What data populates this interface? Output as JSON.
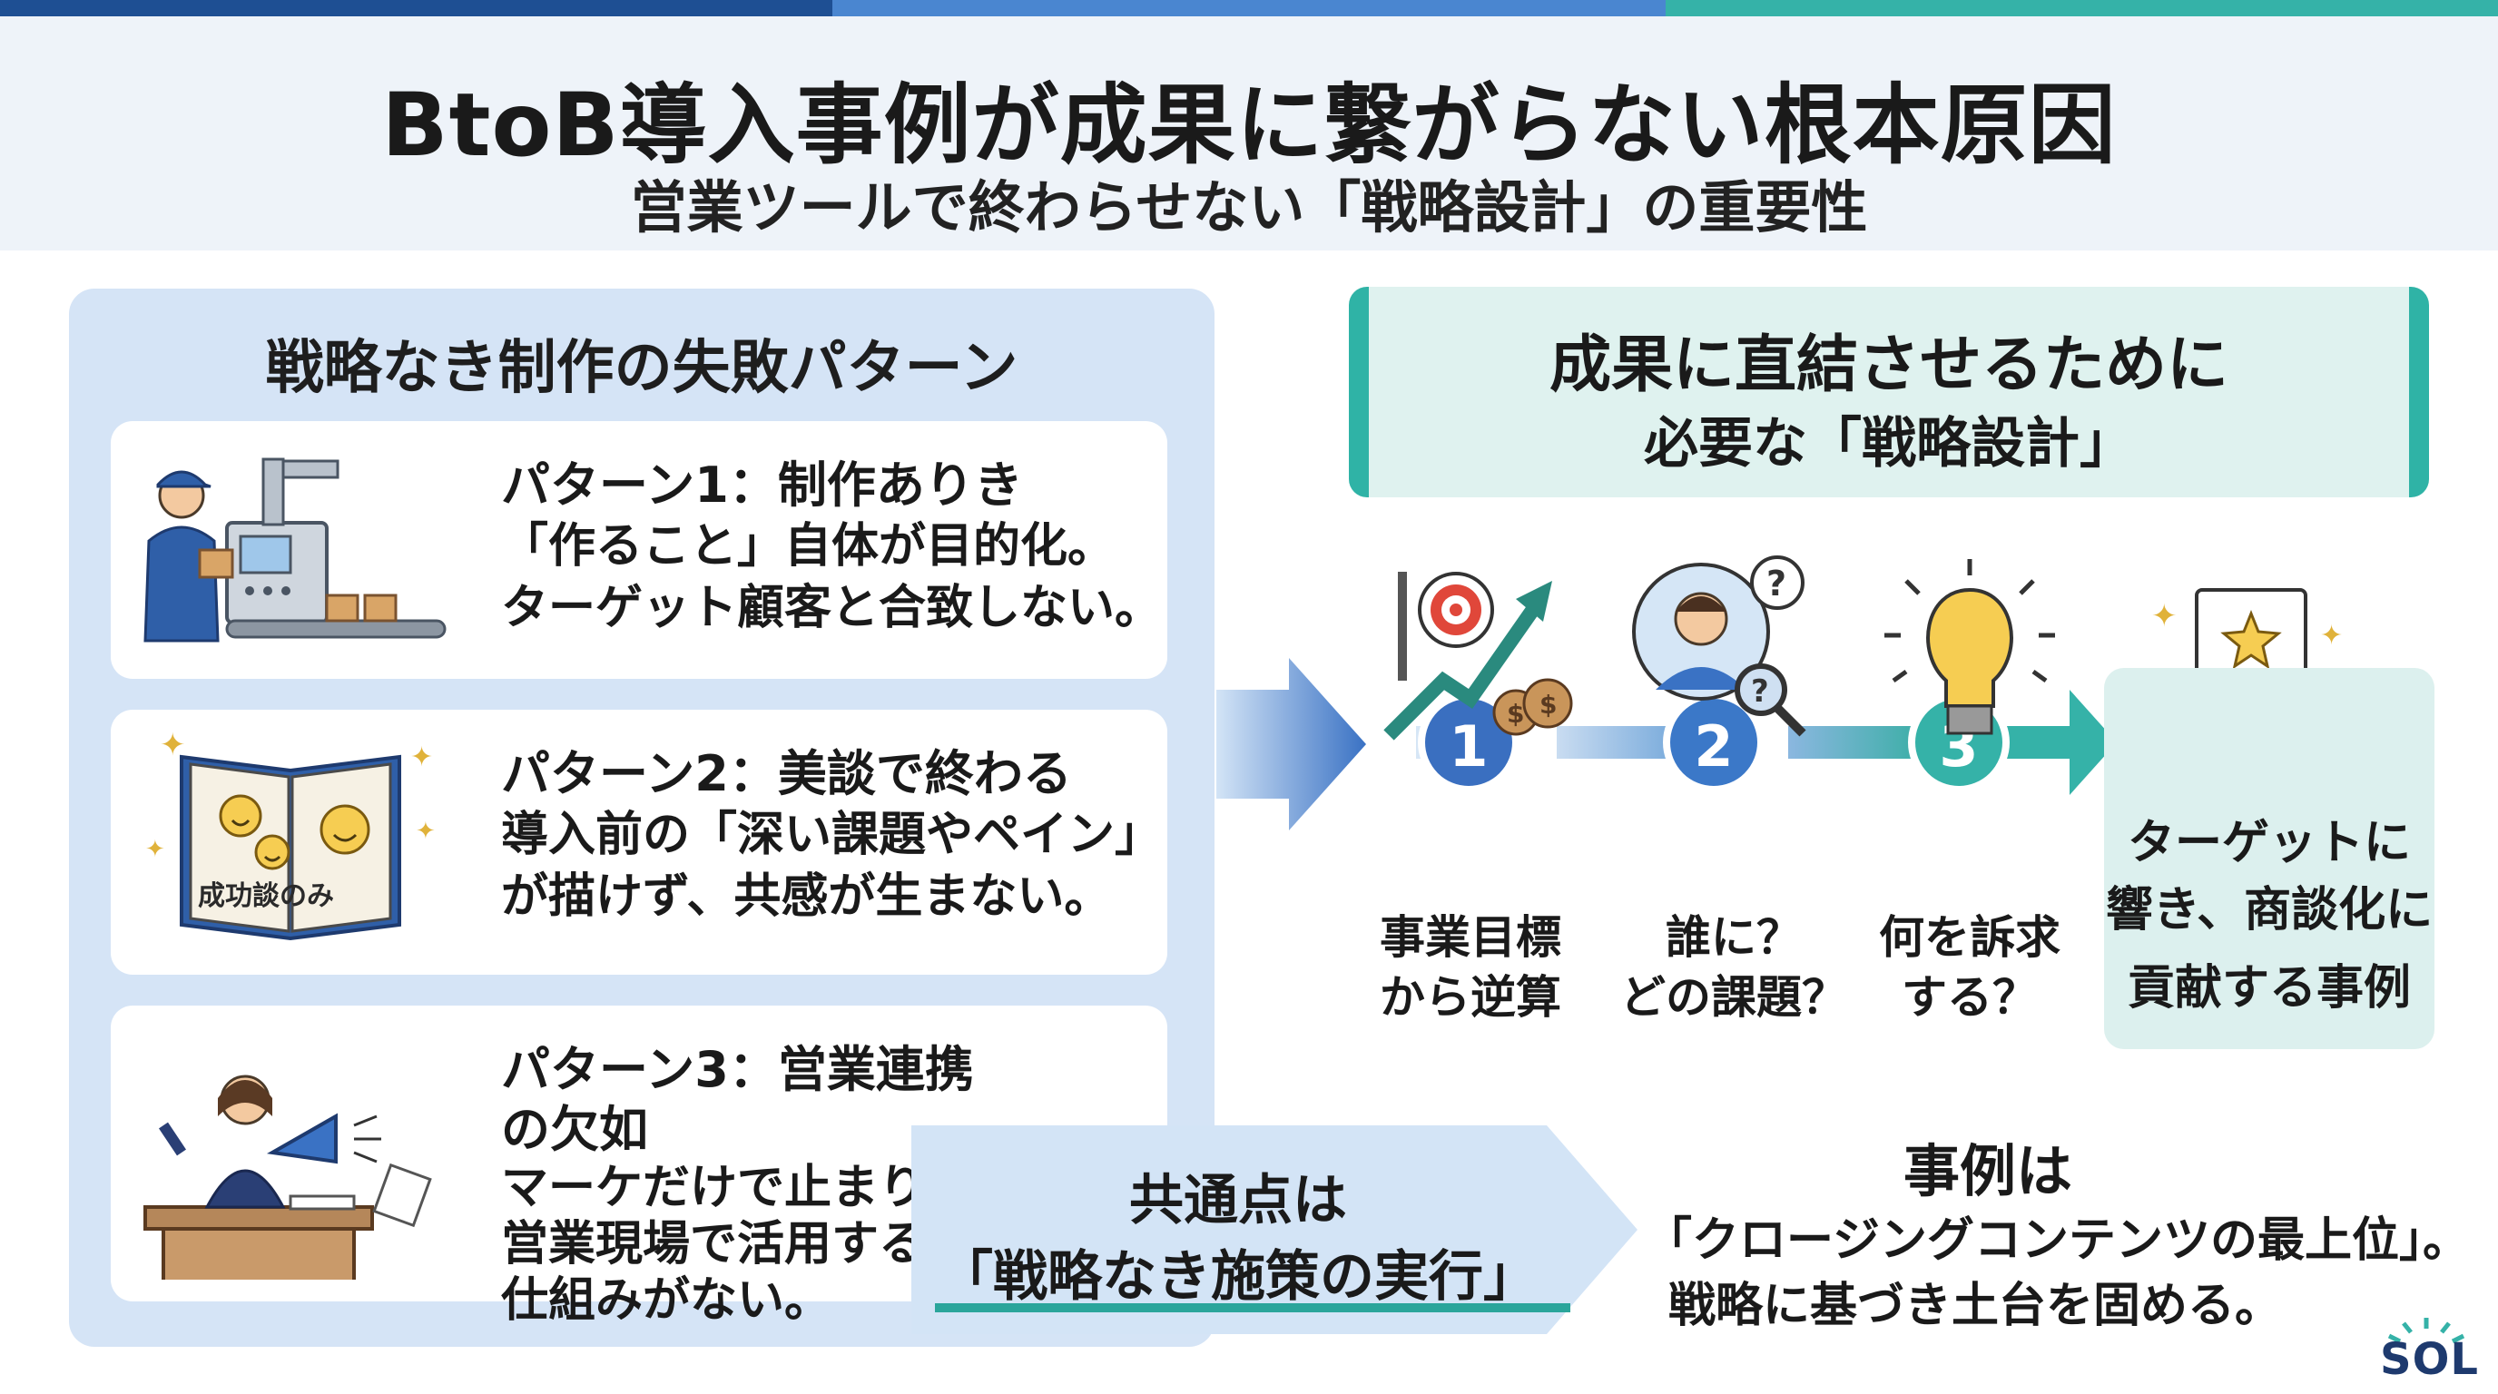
{
  "colors": {
    "bar1": "#1e4f93",
    "bar2": "#4a86d0",
    "bar3": "#35b2a8",
    "teal": "#2fb3a6",
    "blue": "#3a72c4"
  },
  "header": {
    "title": "BtoB導入事例が成果に繋がらない根本原因",
    "subtitle": "営業ツールで終わらせない「戦略設計」の重要性"
  },
  "left": {
    "heading": "戦略なき制作の失敗パターン",
    "patterns": [
      {
        "title": "パターン1：制作ありき",
        "lines": [
          "「作ること」自体が目的化。",
          "ターゲット顧客と合致しない。"
        ],
        "icon": "factory-worker-icon"
      },
      {
        "title": "パターン2：美談で終わる",
        "lines": [
          "導入前の「深い課題やペイン」",
          "が描けず、共感が生まない。"
        ],
        "icon": "success-story-book-icon",
        "book_label": "成功談のみ"
      },
      {
        "title": "パターン3：営業連携の欠如",
        "lines": [
          "マーケだけで止まり、",
          "営業現場で活用する",
          "仕組みがない。"
        ],
        "icon": "megaphone-person-icon"
      }
    ],
    "common": {
      "line1": "共通点は",
      "line2": "「戦略なき施策の実行」"
    }
  },
  "right": {
    "heading_line1": "成果に直結させるために",
    "heading_line2": "必要な「戦略設計」",
    "steps": [
      {
        "number": "1",
        "lines": [
          "事業目標",
          "から逆算"
        ],
        "icon": "target-growth-icon"
      },
      {
        "number": "2",
        "lines": [
          "誰に？",
          "どの課題？"
        ],
        "icon": "persona-search-icon"
      },
      {
        "number": "3",
        "lines": [
          "何を訴求",
          "する？"
        ],
        "icon": "lightbulb-icon"
      }
    ],
    "result": {
      "lines": [
        "ターゲットに",
        "響き、商談化に",
        "貢献する事例"
      ],
      "icon": "certificate-icon"
    },
    "example": {
      "title": "事例は",
      "line1": "「クロージングコンテンツの最上位」。",
      "line2": "戦略に基づき土台を固める。"
    }
  },
  "logo": {
    "text": "SOL"
  }
}
